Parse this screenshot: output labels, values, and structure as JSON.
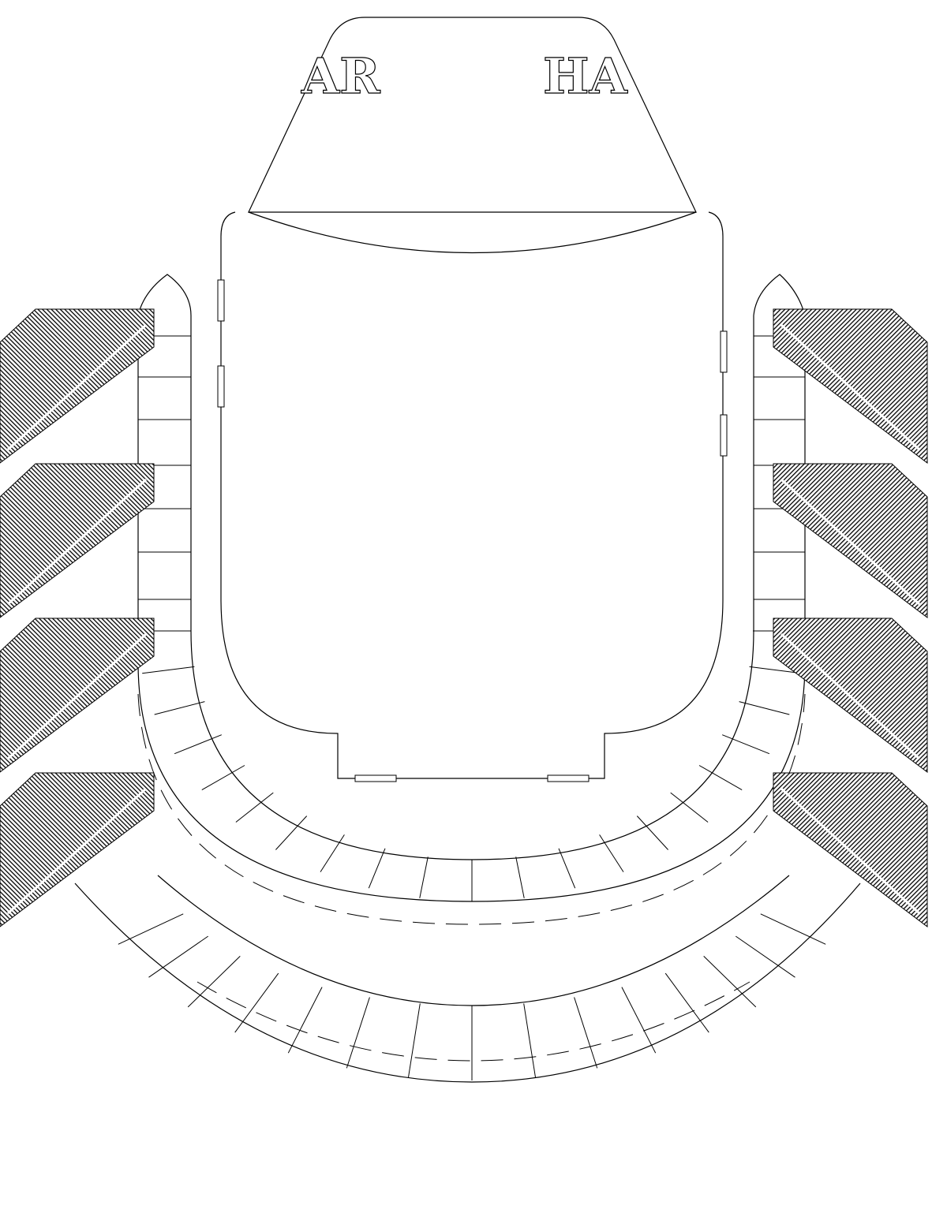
{
  "stage": {
    "left_letters": "AR",
    "right_letters": "HA"
  },
  "colors": {
    "background": "#ffffff",
    "line": "#000000",
    "hatch": "#000000"
  },
  "blocks": {
    "left_count": 4,
    "right_count": 4,
    "fill": "diagonal-hatch"
  },
  "rows": {
    "inner_arc_sections": 20,
    "outer_arc_sections": 16
  }
}
